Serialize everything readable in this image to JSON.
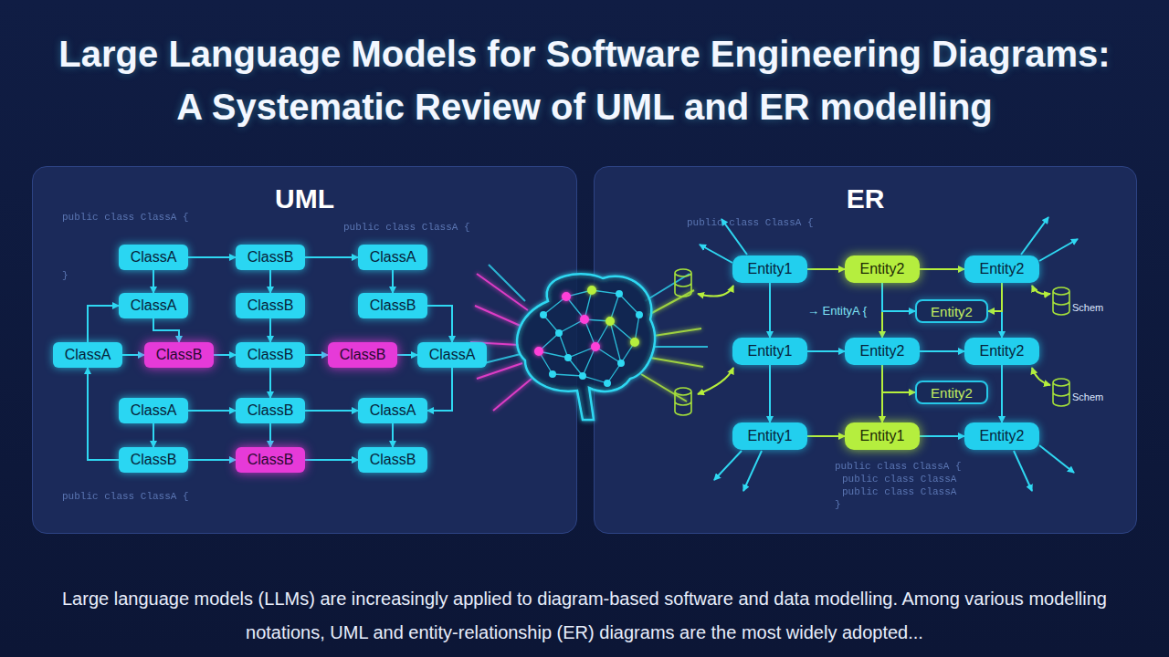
{
  "diagram": {
    "title": "Large Language Models for Software Engineering Diagrams: A Systematic Review of UML and ER modelling",
    "caption": "Large language models (LLMs) are increasingly applied to diagram-based software and data modelling. Among various modelling notations, UML and entity-relationship (ER) diagrams are the most widely adopted...",
    "nodes": [
      {
        "text": [
          "UML"
        ]
      },
      {
        "text": [
          "ClassA"
        ],
        "in": 0
      },
      {
        "text": [
          "ClassB"
        ],
        "in": 0
      },
      {
        "text": [
          "ClassA"
        ],
        "in": 0
      },
      {
        "text": [
          "ClassA"
        ],
        "in": 0
      },
      {
        "text": [
          "ClassB"
        ],
        "in": 0
      },
      {
        "text": [
          "ClassB"
        ],
        "in": 0
      },
      {
        "text": [
          "ClassA"
        ],
        "in": 0
      },
      {
        "text": [
          "ClassB"
        ],
        "in": 0
      },
      {
        "text": [
          "ClassB"
        ],
        "in": 0
      },
      {
        "text": [
          "ClassB"
        ],
        "in": 0
      },
      {
        "text": [
          "ClassA"
        ],
        "in": 0
      },
      {
        "text": [
          "ClassA"
        ],
        "in": 0
      },
      {
        "text": [
          "ClassB"
        ],
        "in": 0
      },
      {
        "text": [
          "ClassA"
        ],
        "in": 0
      },
      {
        "text": [
          "ClassB"
        ],
        "in": 0
      },
      {
        "text": [
          "ClassB"
        ],
        "in": 0
      },
      {
        "text": [
          "ClassB"
        ],
        "in": 0
      },
      {
        "text": [
          "ER"
        ]
      },
      {
        "text": [
          "Entity1"
        ],
        "in": 18
      },
      {
        "text": [
          "Entity2"
        ],
        "in": 18
      },
      {
        "text": [
          "Entity2"
        ],
        "in": 18
      },
      {
        "text": [
          "Entity2"
        ],
        "in": 18
      },
      {
        "text": [
          "Entity1"
        ],
        "in": 18
      },
      {
        "text": [
          "Entity2"
        ],
        "in": 18
      },
      {
        "text": [
          "Entity2"
        ],
        "in": 18
      },
      {
        "text": [
          "Entity2"
        ],
        "in": 18
      },
      {
        "text": [
          "Entity1"
        ],
        "in": 18
      },
      {
        "text": [
          "Entity1"
        ],
        "in": 18
      },
      {
        "text": [
          "Entity2"
        ],
        "in": 18
      }
    ],
    "edges": [
      {
        "from": 1,
        "to": 2,
        "arrow": "to"
      },
      {
        "from": 2,
        "to": 3,
        "arrow": "to"
      },
      {
        "from": 1,
        "to": 4,
        "arrow": "to"
      },
      {
        "from": 2,
        "to": 5,
        "arrow": "to"
      },
      {
        "from": 3,
        "to": 6,
        "arrow": "to"
      },
      {
        "from": 4,
        "to": 8,
        "arrow": "to"
      },
      {
        "from": 5,
        "to": 9,
        "arrow": "to"
      },
      {
        "from": 6,
        "to": 11,
        "arrow": "to"
      },
      {
        "from": 7,
        "to": 4,
        "arrow": "to"
      },
      {
        "from": 7,
        "to": 8,
        "arrow": "to"
      },
      {
        "from": 8,
        "to": 9,
        "arrow": "to"
      },
      {
        "from": 9,
        "to": 10,
        "arrow": "to"
      },
      {
        "from": 10,
        "to": 11,
        "arrow": "to"
      },
      {
        "from": 9,
        "to": 13,
        "arrow": "to"
      },
      {
        "from": 11,
        "to": 14,
        "arrow": "to"
      },
      {
        "from": 15,
        "to": 7,
        "arrow": "to"
      },
      {
        "from": 12,
        "to": 13,
        "arrow": "to"
      },
      {
        "from": 13,
        "to": 14,
        "arrow": "to"
      },
      {
        "from": 12,
        "to": 15,
        "arrow": "to"
      },
      {
        "from": 13,
        "to": 16,
        "arrow": "to"
      },
      {
        "from": 14,
        "to": 17,
        "arrow": "to"
      },
      {
        "from": 15,
        "to": 16,
        "arrow": "to"
      },
      {
        "from": 16,
        "to": 17,
        "arrow": "to"
      },
      {
        "from": 19,
        "to": 20,
        "arrow": "to"
      },
      {
        "from": 20,
        "to": 21,
        "arrow": "to"
      },
      {
        "from": 19,
        "to": 23,
        "arrow": "to"
      },
      {
        "from": 20,
        "to": 24,
        "arrow": "to"
      },
      {
        "from": 21,
        "to": 25,
        "arrow": "to"
      },
      {
        "from": 20,
        "to": 22,
        "arrow": "to"
      },
      {
        "from": 21,
        "to": 22,
        "arrow": "to"
      },
      {
        "from": 23,
        "to": 24,
        "arrow": "to"
      },
      {
        "from": 24,
        "to": 25,
        "arrow": "to"
      },
      {
        "from": 24,
        "to": 26,
        "arrow": "to"
      },
      {
        "from": 23,
        "to": 27,
        "arrow": "to"
      },
      {
        "from": 24,
        "to": 28,
        "arrow": "to"
      },
      {
        "from": 25,
        "to": 29,
        "arrow": "to"
      },
      {
        "from": 27,
        "to": 28,
        "arrow": "to"
      },
      {
        "from": 28,
        "to": 29,
        "arrow": "to"
      }
    ],
    "labels": [
      "public class ClassA {",
      "}",
      "public class ClassA {",
      "public class ClassA {",
      "public class ClassA {",
      "→ EntityA {",
      "Schem",
      "Schem",
      "public class ClassA {",
      "public class ClassA",
      "public class ClassA",
      "}"
    ]
  }
}
